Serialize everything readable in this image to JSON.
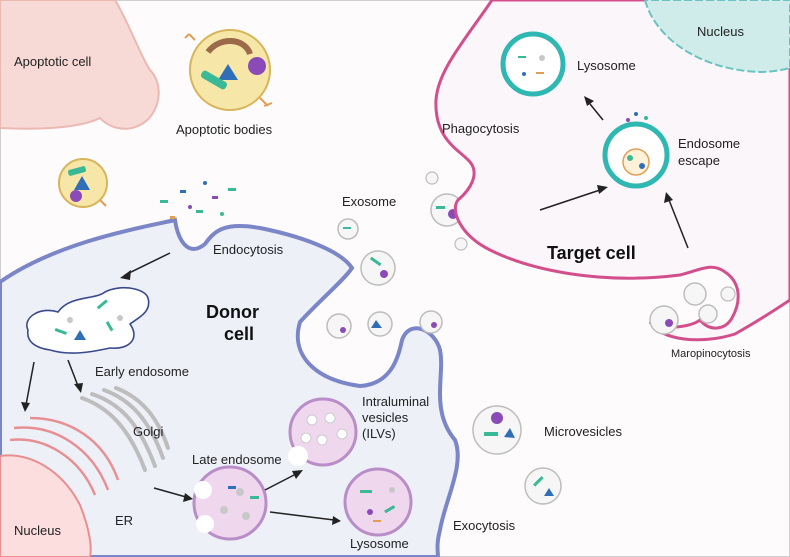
{
  "labels": {
    "apoptotic_cell": "Apoptotic cell",
    "apoptotic_bodies": "Apoptotic bodies",
    "endocytosis": "Endocytosis",
    "donor_cell_line1": "Donor",
    "donor_cell_line2": "cell",
    "early_endosome": "Early endosome",
    "golgi": "Golgi",
    "late_endosome": "Late endosome",
    "ilv_line1": "Intraluminal",
    "ilv_line2": "vesicles",
    "ilv_line3": "(ILVs)",
    "nucleus_donor": "Nucleus",
    "er": "ER",
    "lysosome_donor": "Lysosome",
    "exocytosis": "Exocytosis",
    "exosome": "Exosome",
    "microvesicles": "Microvesicles",
    "phagocytosis": "Phagocytosis",
    "lysosome_target": "Lysosome",
    "nucleus_target": "Nucleus",
    "endosome_escape_line1": "Endosome",
    "endosome_escape_line2": "escape",
    "target_cell": "Target cell",
    "macropinocytosis": "Maropinocytosis"
  },
  "colors": {
    "donor_membrane": "#7a86c8",
    "donor_cytoplasm": "#eef0f8",
    "target_membrane": "#d24f8c",
    "target_cytoplasm": "#fbf6fa",
    "apoptotic_cell": "#f7d9d6",
    "apoptotic_body": "#f6e7a8",
    "endosome_teal": "#2fb7b2",
    "lysosome_purple": "#c4a2d4",
    "nucleus_teal": "#cfeceb",
    "cargo_green": "#39b995",
    "cargo_blue": "#2f6fb8",
    "cargo_purple": "#8a4bb8"
  }
}
